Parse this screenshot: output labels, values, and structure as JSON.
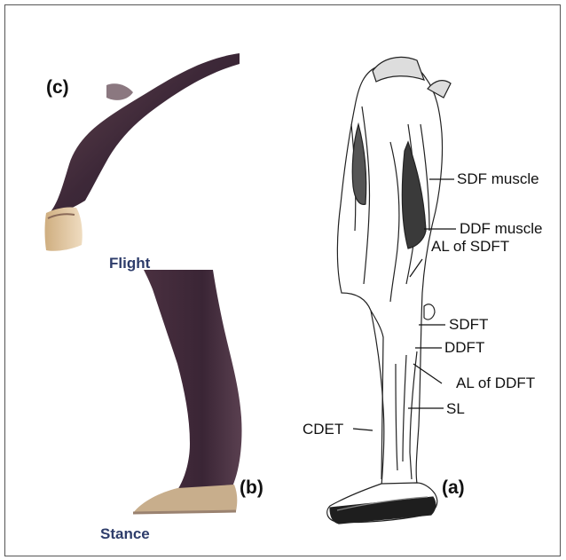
{
  "panels": {
    "c": "(c)",
    "b": "(b)",
    "a": "(a)"
  },
  "captions": {
    "flight": "Flight",
    "stance": "Stance"
  },
  "annotations": [
    {
      "id": "sdf-muscle",
      "text": "SDF muscle"
    },
    {
      "id": "ddf-muscle",
      "text": "DDF muscle"
    },
    {
      "id": "al-sdft",
      "text": "AL of SDFT"
    },
    {
      "id": "sdft",
      "text": "SDFT"
    },
    {
      "id": "ddft",
      "text": "DDFT"
    },
    {
      "id": "al-ddft",
      "text": "AL of DDFT"
    },
    {
      "id": "sl",
      "text": "SL"
    },
    {
      "id": "cdet",
      "text": "CDET"
    }
  ],
  "colors": {
    "caption": "#2e3d6b",
    "leg_coat": "#3e2a3a",
    "hoof": "#d9c09a"
  }
}
